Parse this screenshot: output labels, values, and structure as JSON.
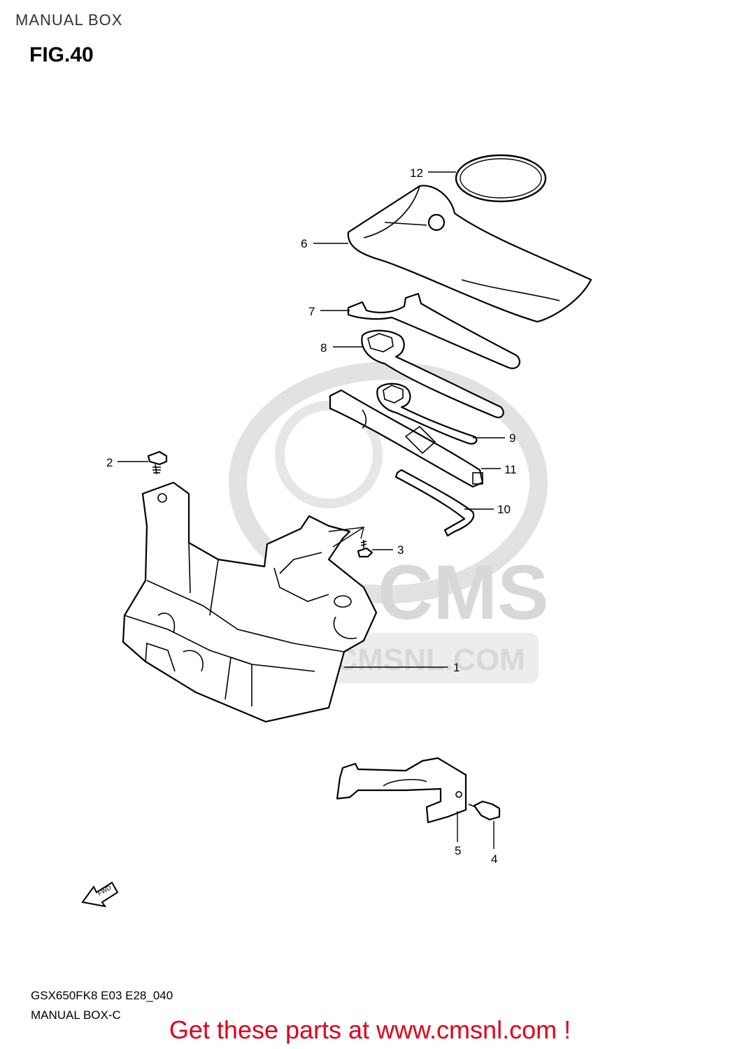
{
  "header": {
    "title": "MANUAL BOX"
  },
  "figure": {
    "label": "FIG.40"
  },
  "watermark": {
    "logo_text": "CMS",
    "url_text": "WWW.CMSNL.COM",
    "color": "#d8d8d8"
  },
  "direction_marker": {
    "icon": "fwd-arrow-icon",
    "text": "FWD"
  },
  "callouts": [
    {
      "number": "1"
    },
    {
      "number": "2"
    },
    {
      "number": "3"
    },
    {
      "number": "4"
    },
    {
      "number": "5"
    },
    {
      "number": "6"
    },
    {
      "number": "7"
    },
    {
      "number": "8"
    },
    {
      "number": "9"
    },
    {
      "number": "10"
    },
    {
      "number": "11"
    },
    {
      "number": "12"
    }
  ],
  "footer": {
    "model_code": "GSX650FK8 E03 E28_040",
    "section_name": "MANUAL BOX-C",
    "cta": "Get these parts at www.cmsnl.com !",
    "cta_color": "#e0001a"
  }
}
